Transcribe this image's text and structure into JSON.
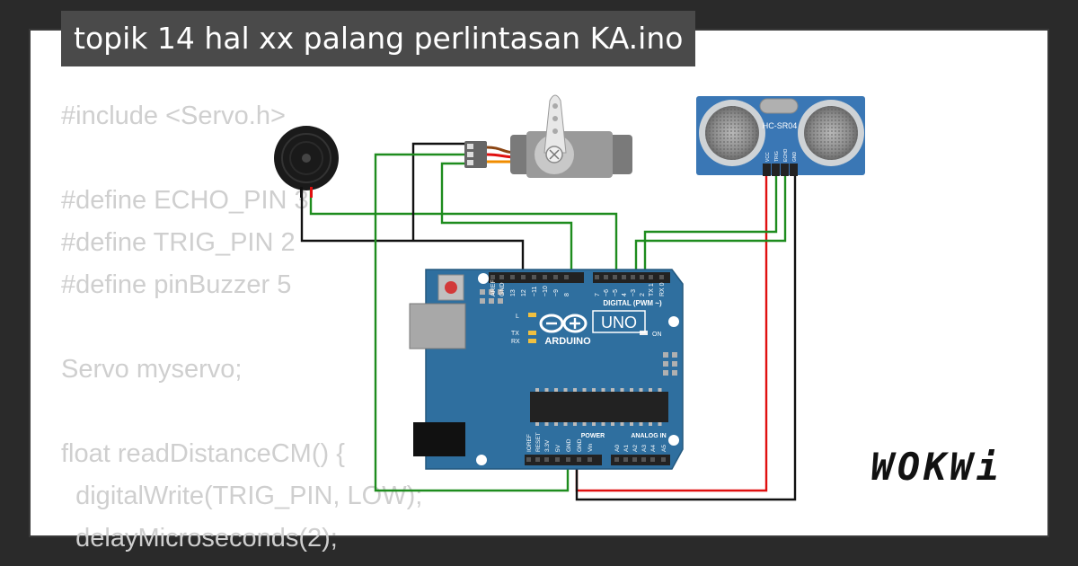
{
  "title": "topik 14 hal xx palang perlintasan KA.ino",
  "code_lines": [
    "#include <Servo.h>",
    "",
    "#define ECHO_PIN 3",
    "#define TRIG_PIN 2",
    "#define pinBuzzer 5",
    "",
    "Servo myservo;",
    "",
    "float readDistanceCM() {",
    "  digitalWrite(TRIG_PIN, LOW);",
    "  delayMicroseconds(2);"
  ],
  "brand": "WOKWi",
  "sensor": {
    "model": "HC-SR04",
    "pins": [
      "VCC",
      "TRIG",
      "ECHO",
      "GND"
    ]
  },
  "arduino": {
    "logo": "UNO",
    "brand": "ARDUINO",
    "digital_label": "DIGITAL (PWM ~)",
    "power_label": "POWER",
    "analog_label": "ANALOG IN",
    "on_label": "ON",
    "led_l": "L",
    "led_tx": "TX",
    "led_rx": "RX",
    "top_pins": [
      "AREF",
      "GND",
      "13",
      "12",
      "~11",
      "~10",
      "~9",
      "8",
      "7",
      "~6",
      "~5",
      "4",
      "~3",
      "2",
      "TX 1",
      "RX 0"
    ],
    "power_pins": [
      "IOREF",
      "RESET",
      "3.3V",
      "5V",
      "GND",
      "GND",
      "Vin"
    ],
    "analog_pins": [
      "A0",
      "A1",
      "A2",
      "A3",
      "A4",
      "A5"
    ]
  },
  "colors": {
    "wire_green": "#1e8c1e",
    "wire_red": "#e01010",
    "wire_black": "#111111",
    "board_blue": "#2f6f9f",
    "sensor_blue": "#3a77b5"
  }
}
